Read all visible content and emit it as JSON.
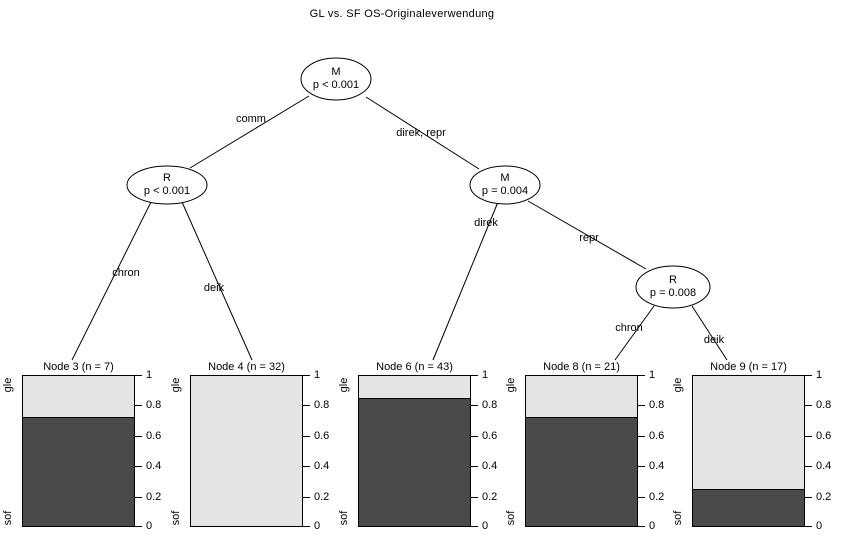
{
  "title": "GL vs. SF OS-Originaleverwendung",
  "tree": {
    "nodes": [
      {
        "var": "M",
        "p": "p < 0.001"
      },
      {
        "var": "R",
        "p": "p < 0.001"
      },
      {
        "var": "M",
        "p": "p = 0.004"
      },
      {
        "var": "R",
        "p": "p = 0.008"
      }
    ],
    "edges": [
      {
        "label": "comm"
      },
      {
        "label": "direk, repr"
      },
      {
        "label": "chron"
      },
      {
        "label": "deik"
      },
      {
        "label": "direk"
      },
      {
        "label": "repr"
      },
      {
        "label": "chron"
      },
      {
        "label": "deik"
      }
    ]
  },
  "axis": {
    "ticks": [
      "1",
      "0.8",
      "0.6",
      "0.4",
      "0.2",
      "0"
    ],
    "top_label": "gle",
    "bottom_label": "sof"
  },
  "panels": [
    {
      "title": "Node 3 (n = 7)",
      "value": 0.72
    },
    {
      "title": "Node 4 (n = 32)",
      "value": 0
    },
    {
      "title": "Node 6 (n = 43)",
      "value": 0.85
    },
    {
      "title": "Node 8 (n = 21)",
      "value": 0.72
    },
    {
      "title": "Node 9 (n = 17)",
      "value": 0.24
    }
  ],
  "colors": {
    "dark-fill": "#4a4a4a",
    "light-fill": "#e4e4e4",
    "line": "#000000"
  },
  "chart_data": {
    "type": "bar",
    "subtype": "conditional-inference-tree-with-stacked-bar-terminals",
    "title": "GL vs. SF OS-Originaleverwendung",
    "inner_nodes": [
      {
        "label": "M",
        "p_value": "p < 0.001",
        "edges_to_children": [
          "comm",
          "direk, repr"
        ]
      },
      {
        "label": "R",
        "p_value": "p < 0.001",
        "edges_to_children": [
          "chron",
          "deik"
        ]
      },
      {
        "label": "M",
        "p_value": "p = 0.004",
        "edges_to_children": [
          "direk",
          "repr"
        ]
      },
      {
        "label": "R",
        "p_value": "p = 0.008",
        "edges_to_children": [
          "chron",
          "deik"
        ]
      }
    ],
    "terminal_nodes": [
      {
        "title": "Node 3 (n = 7)",
        "n": 7,
        "sof": 0.72,
        "gle": 0.28
      },
      {
        "title": "Node 4 (n = 32)",
        "n": 32,
        "sof": 0.0,
        "gle": 1.0
      },
      {
        "title": "Node 6 (n = 43)",
        "n": 43,
        "sof": 0.85,
        "gle": 0.15
      },
      {
        "title": "Node 8 (n = 21)",
        "n": 21,
        "sof": 0.72,
        "gle": 0.28
      },
      {
        "title": "Node 9 (n = 17)",
        "n": 17,
        "sof": 0.24,
        "gle": 0.76
      }
    ],
    "ylim": [
      0,
      1
    ],
    "yticks": [
      0,
      0.2,
      0.4,
      0.6,
      0.8,
      1
    ],
    "stack_labels_top_to_bottom": [
      "gle",
      "sof"
    ],
    "bar_colors": {
      "sof": "#4a4a4a",
      "gle": "#e4e4e4"
    },
    "legend_position": "none",
    "grid": false
  }
}
